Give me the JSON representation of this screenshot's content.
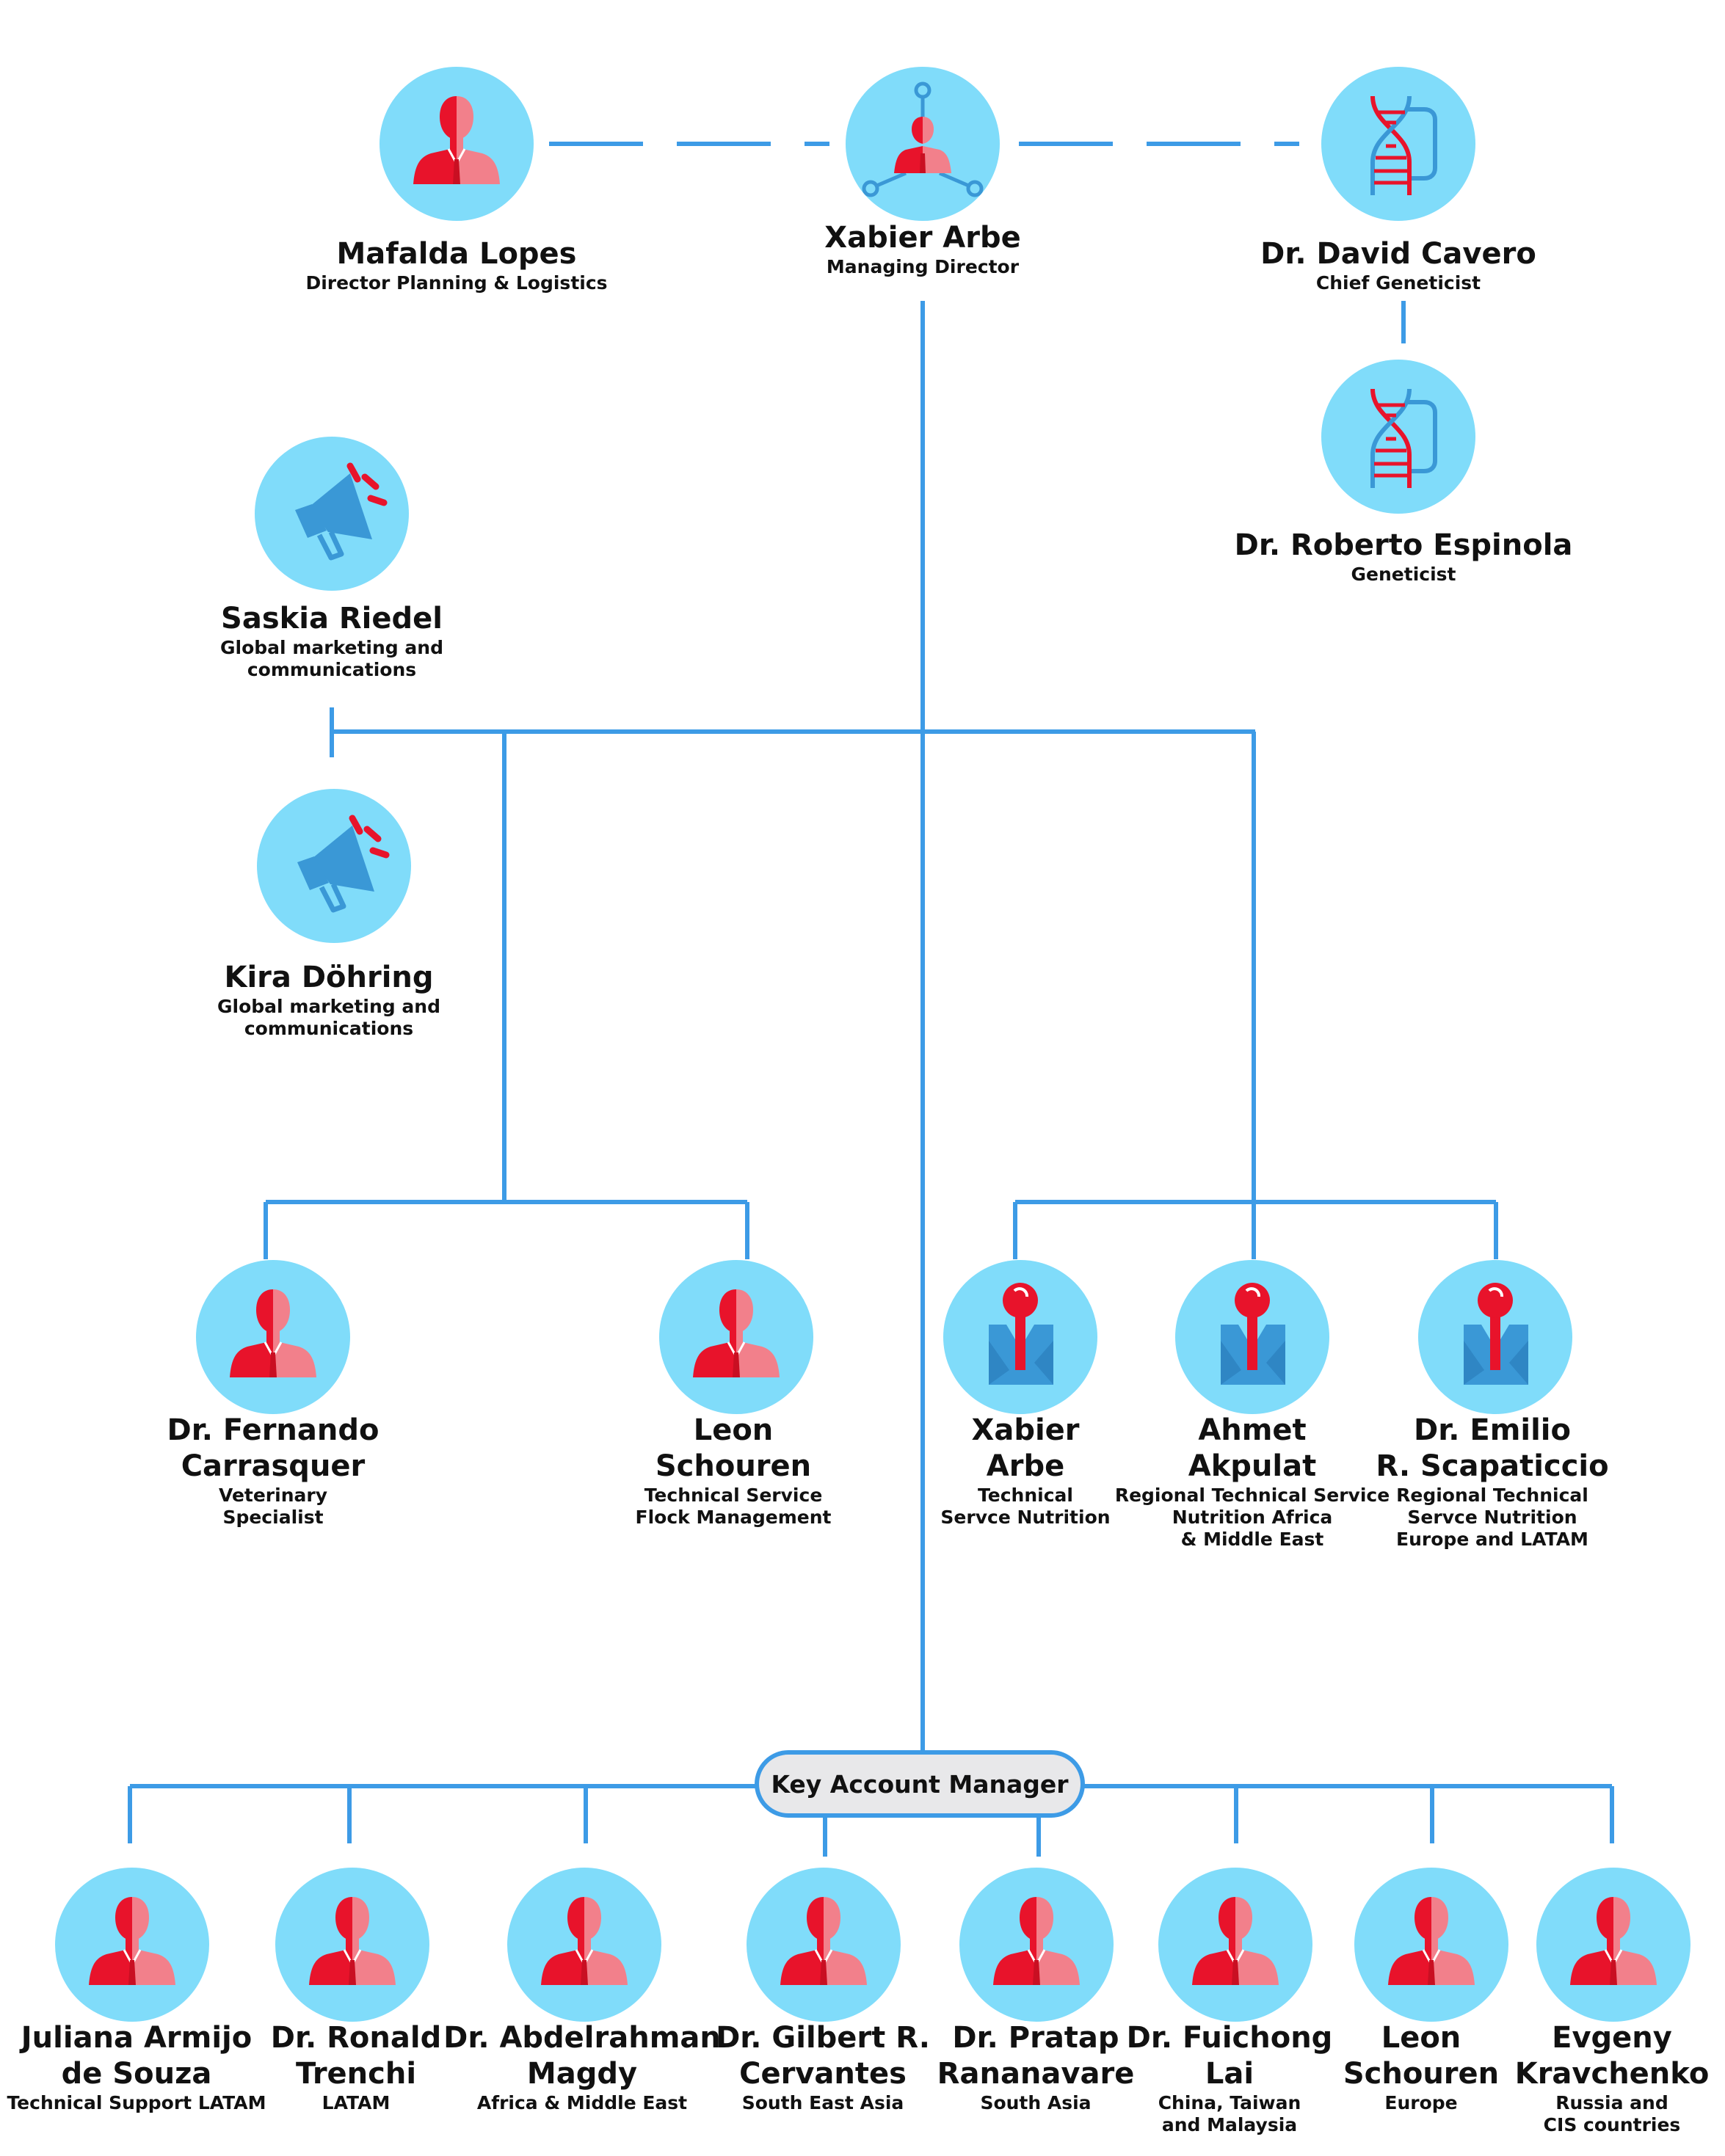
{
  "colors": {
    "line": "#3d9be6",
    "circle": "#80dcfa",
    "red": "#e8132b",
    "pink": "#f2808b",
    "blue": "#3a98d6"
  },
  "hub": {
    "label": "Key Account Manager"
  },
  "people": {
    "mafalda": {
      "name": "Mafalda Lopes",
      "title": "Director Planning & Logistics",
      "icon": "person-icon"
    },
    "xabier_md": {
      "name": "Xabier Arbe",
      "title": "Managing Director",
      "icon": "network-person-icon"
    },
    "cavero": {
      "name": "Dr. David Cavero",
      "title": "Chief Geneticist",
      "icon": "dna-icon"
    },
    "espinola": {
      "name": "Dr. Roberto Espinola",
      "title": "Geneticist",
      "icon": "dna-icon"
    },
    "saskia": {
      "name": "Saskia Riedel",
      "title": "Global marketing and\ncommunications",
      "icon": "megaphone-icon"
    },
    "kira": {
      "name": "Kira Döhring",
      "title": "Global marketing and\ncommunications",
      "icon": "megaphone-icon"
    },
    "carrasquer": {
      "name": "Dr. Fernando\nCarrasquer",
      "title": "Veterinary\nSpecialist",
      "icon": "person-icon"
    },
    "schouren_tech": {
      "name": "Leon\nSchouren",
      "title": "Technical Service\nFlock Management",
      "icon": "person-icon"
    },
    "xabier_tech": {
      "name": "Xabier\nArbe",
      "title": "Technical\nServce Nutrition",
      "icon": "map-pin-icon"
    },
    "akpulat": {
      "name": "Ahmet\nAkpulat",
      "title": "Regional Technical Service\nNutrition Africa\n& Middle East",
      "icon": "map-pin-icon"
    },
    "scapaticcio": {
      "name": "Dr. Emilio\nR. Scapaticcio",
      "title": "Regional Technical\nServce Nutrition\nEurope and LATAM",
      "icon": "map-pin-icon"
    },
    "armijo": {
      "name": "Juliana Armijo\nde Souza",
      "title": "Technical Support LATAM",
      "icon": "person-icon"
    },
    "trenchi": {
      "name": "Dr. Ronald\nTrenchi",
      "title": "LATAM",
      "icon": "person-icon"
    },
    "magdy": {
      "name": "Dr. Abdelrahman\nMagdy",
      "title": "Africa & Middle East",
      "icon": "person-icon"
    },
    "cervantes": {
      "name": "Dr. Gilbert R.\nCervantes",
      "title": "South East Asia",
      "icon": "person-icon"
    },
    "rananavare": {
      "name": "Dr. Pratap\nRananavare",
      "title": "South Asia",
      "icon": "person-icon"
    },
    "lai": {
      "name": "Dr. Fuichong\nLai",
      "title": "China, Taiwan\nand Malaysia",
      "icon": "person-icon"
    },
    "schouren_eu": {
      "name": "Leon\nSchouren",
      "title": "Europe",
      "icon": "person-icon"
    },
    "kravchenko": {
      "name": "Evgeny\nKravchenko",
      "title": "Russia and\nCIS countries",
      "icon": "person-icon"
    }
  }
}
